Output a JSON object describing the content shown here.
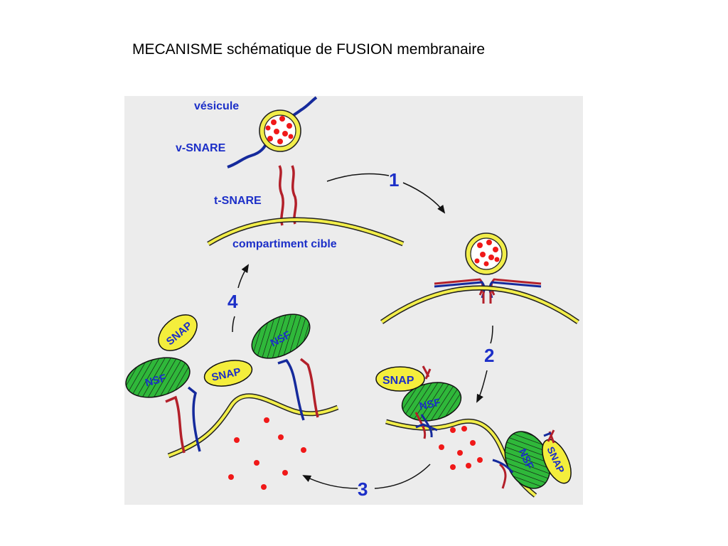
{
  "title": "MECANISME schématique de FUSION membranaire",
  "labels": {
    "vesicle": "vésicule",
    "v_snare": "v-SNARE",
    "t_snare": "t-SNARE",
    "target_compartment": "compartiment cible",
    "snap": "SNAP",
    "nsf": "NSF"
  },
  "steps": [
    "1",
    "2",
    "3",
    "4"
  ],
  "colors": {
    "panel_bg": "#ececec",
    "label_blue": "#1c2fc8",
    "membrane_yellow": "#f2ee4a",
    "membrane_outline": "#222222",
    "cargo_red": "#f01818",
    "v_snare_navy": "#152a9c",
    "t_snare_red": "#b3202a",
    "nsf_green": "#2fb83a",
    "snap_yellow": "#f4ee3c"
  }
}
